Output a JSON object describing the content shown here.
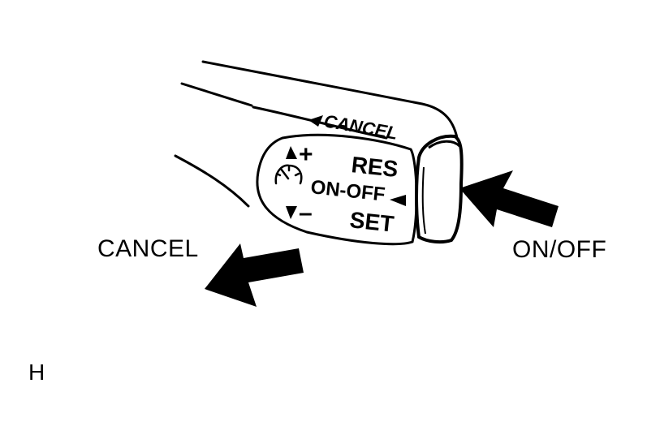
{
  "lever": {
    "top_label": "CANCEL",
    "plus_sign": "+",
    "minus_sign": "–",
    "res_label": "RES",
    "onoff_label": "ON-OFF",
    "set_label": "SET",
    "speedometer": "speedometer-icon"
  },
  "callouts": {
    "cancel": "CANCEL",
    "onoff": "ON/OFF"
  },
  "corner_letter": "H",
  "colors": {
    "ink": "#000000",
    "paper": "#ffffff"
  }
}
